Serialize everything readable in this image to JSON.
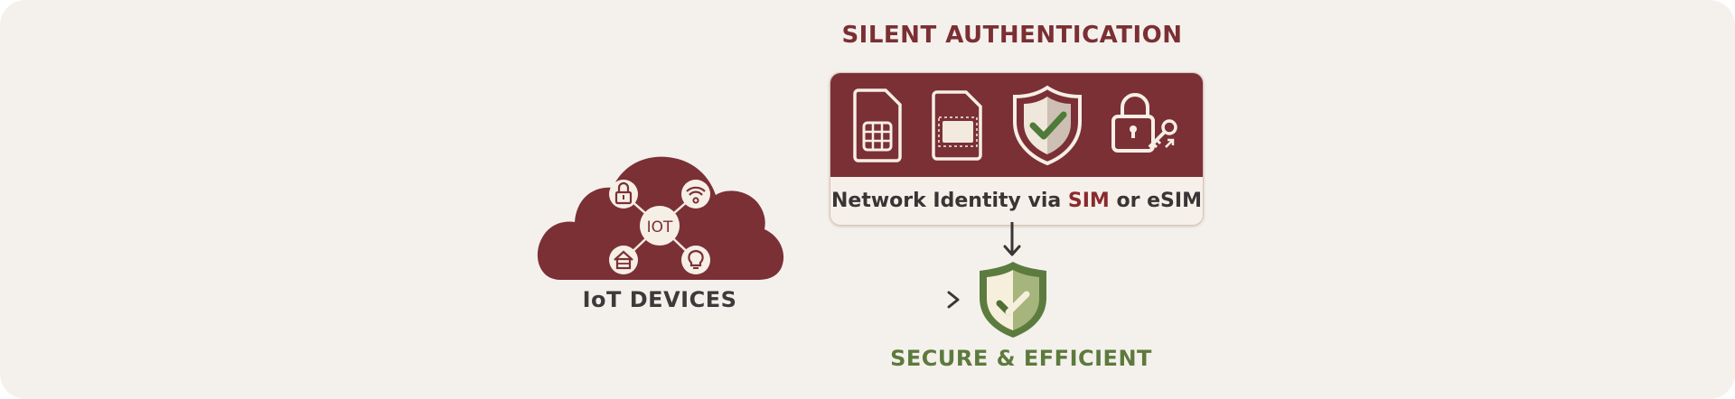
{
  "title": "SILENT AUTHENTICATION",
  "auth_panel": {
    "icons": [
      "sim-card-icon",
      "esim-chip-icon",
      "shield-check-icon",
      "lock-key-icon"
    ],
    "caption_prefix": "Network Identity via ",
    "caption_highlight": "SIM",
    "caption_suffix": " or eSIM"
  },
  "iot": {
    "hub_label": "IOT",
    "device_icons": [
      "lock-icon",
      "wifi-icon",
      "home-icon",
      "lightbulb-icon"
    ],
    "label": "IoT DEVICES"
  },
  "result": {
    "label": "SECURE & EFFICIENT"
  },
  "colors": {
    "background": "#f4f1ed",
    "brand_maroon": "#7b3035",
    "success_green": "#5d7a3d",
    "text_dark": "#3c3a3a"
  }
}
